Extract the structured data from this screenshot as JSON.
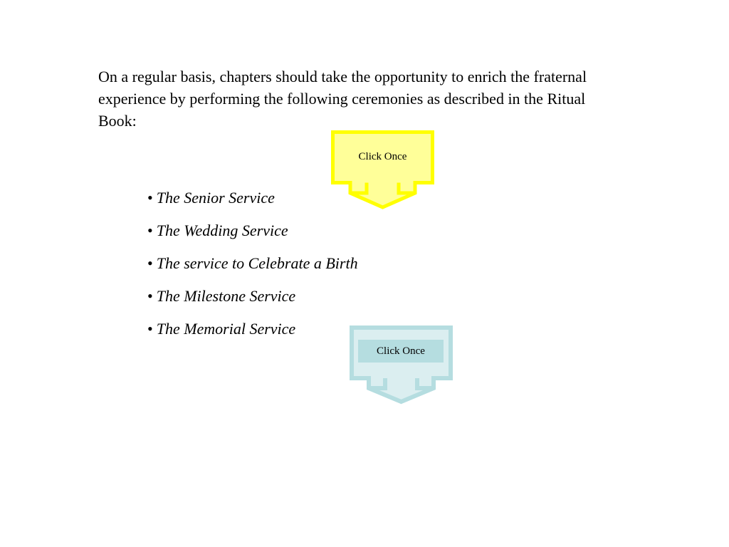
{
  "slide": {
    "intro_text": "On a regular basis, chapters should take the opportunity to enrich the fraternal experience by performing the following ceremonies as described in the Ritual Book:",
    "bullet_glyph": "•",
    "services": [
      "The Senior Service",
      "The Wedding Service",
      "The service to Celebrate a Birth",
      "The Milestone Service",
      "The Memorial Service"
    ]
  },
  "callouts": {
    "yellow": {
      "label": "Click Once",
      "fill": "#ffff99",
      "border": "#ffff00"
    },
    "blue": {
      "label": "Click Once",
      "fill": "#dbeef0",
      "border": "#b5dde0",
      "label_fill": "#b5dde0"
    }
  },
  "colors": {
    "background": "#ffffff",
    "text": "#000000"
  }
}
